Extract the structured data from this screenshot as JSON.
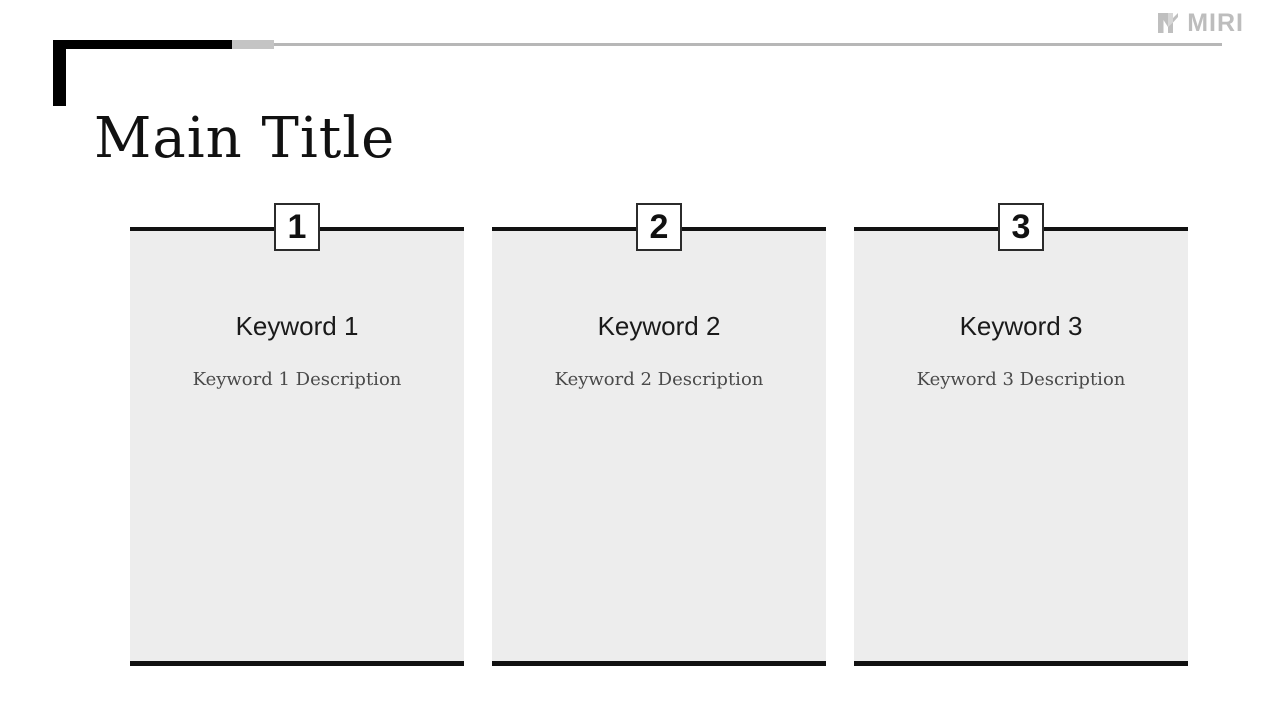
{
  "brand": {
    "name": "MIRI",
    "mark_icon": "miri-logo-mark",
    "color": "#bdbdbd"
  },
  "header": {
    "title": "Main Title",
    "rule_colors": {
      "primary": "#000000",
      "secondary": "#c4c4c4",
      "line": "#b7b7b7"
    }
  },
  "cards": [
    {
      "number": "1",
      "keyword": "Keyword 1",
      "description": "Keyword 1 Description"
    },
    {
      "number": "2",
      "keyword": "Keyword 2",
      "description": "Keyword 2 Description"
    },
    {
      "number": "3",
      "keyword": "Keyword 3",
      "description": "Keyword 3 Description"
    }
  ],
  "theme": {
    "card_background": "#ededed",
    "border": "#111111",
    "text": "#1a1a1a",
    "muted_text": "#4a4a4a"
  }
}
